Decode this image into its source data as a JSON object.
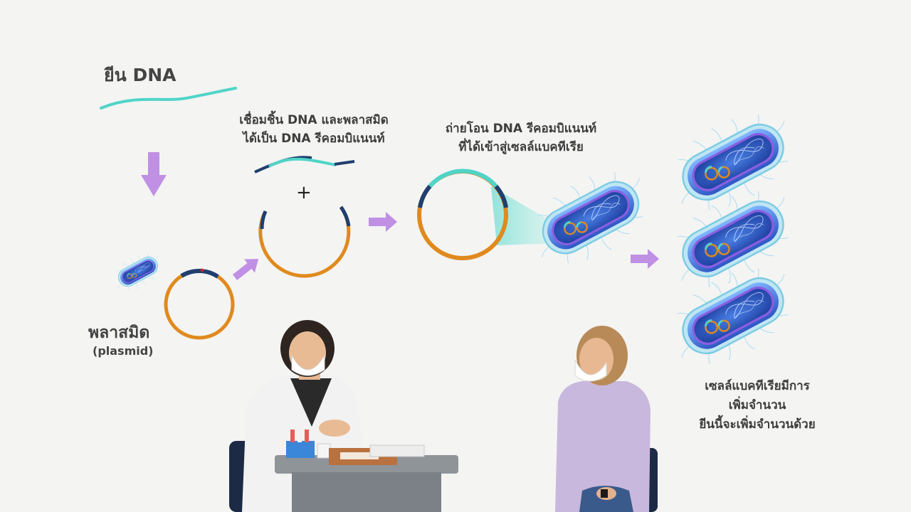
{
  "labels": {
    "gene": "ยีน DNA",
    "ligation_line1": "เชื่อมชิ้น DNA และพลาสมิด",
    "ligation_line2": "ได้เป็น DNA  รีคอมบิแนนท์",
    "plus": "+",
    "transfer_line1": "ถ่ายโอน DNA  รีคอมบิแนนท์",
    "transfer_line2": "ที่ได้เข้าสู่เซลล์แบคทีเรีย",
    "plasmid_th": "พลาสมิด",
    "plasmid_en": "(plasmid)",
    "result_line1": "เซลล์แบคทีเรียมีการ",
    "result_line2": "เพิ่มจำนวน",
    "result_line3": "ยีนนี้จะเพิ่มจำนวนด้วย"
  },
  "colors": {
    "gene_teal": "#4fd4c8",
    "plasmid_orange": "#e08a1e",
    "plasmid_navy": "#1f3f6e",
    "arrow_purple": "#b67ee0",
    "bacteria_blue": "#3a6fd6",
    "bacteria_purple": "#6a4fc9",
    "background": "#f4f4f3"
  }
}
